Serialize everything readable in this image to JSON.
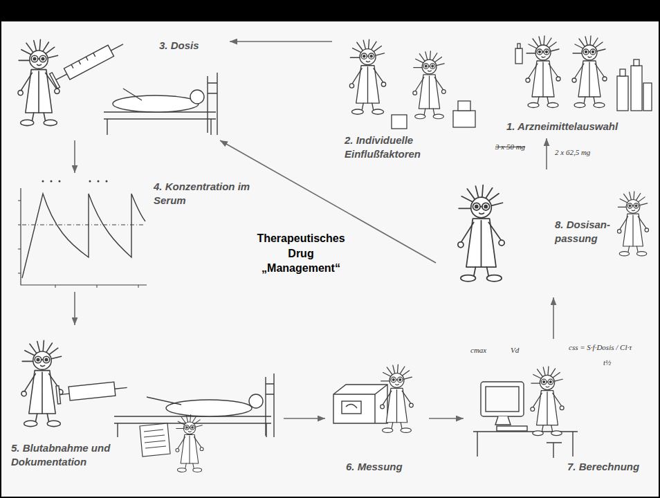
{
  "diagram": {
    "title": "Therapeutisches Drug „Management“",
    "nodes": [
      {
        "text": [
          "1. Arzneimittelauswahl"
        ]
      },
      {
        "text": [
          "2. Individuelle Einflußfaktoren"
        ]
      },
      {
        "text": [
          "3. Dosis"
        ]
      },
      {
        "text": [
          "4. Konzentration im Serum"
        ]
      },
      {
        "text": [
          "5. Blutabnahme und Dokumentation"
        ]
      },
      {
        "text": [
          "6. Messung"
        ]
      },
      {
        "text": [
          "7. Berechnung"
        ]
      },
      {
        "text": [
          "8. Dosisan- passung"
        ]
      }
    ],
    "edges": [
      {
        "from": 1,
        "to": 2,
        "arrow": "to"
      },
      {
        "from": 2,
        "to": 3,
        "arrow": "to"
      },
      {
        "from": 3,
        "to": 4,
        "arrow": "to"
      },
      {
        "from": 4,
        "to": 5,
        "arrow": "to"
      },
      {
        "from": 5,
        "to": 6,
        "arrow": "to"
      },
      {
        "from": 6,
        "to": 7,
        "arrow": "to"
      },
      {
        "from": 7,
        "to": 0,
        "arrow": "to"
      },
      {
        "from": 7,
        "to": 2,
        "arrow": "to"
      }
    ],
    "labels": [
      "3 x 50 mg",
      "2 x 62,5 mg",
      "cmax",
      "Vd",
      "css = S·f·Dosis / Cl·τ",
      "t½"
    ]
  }
}
